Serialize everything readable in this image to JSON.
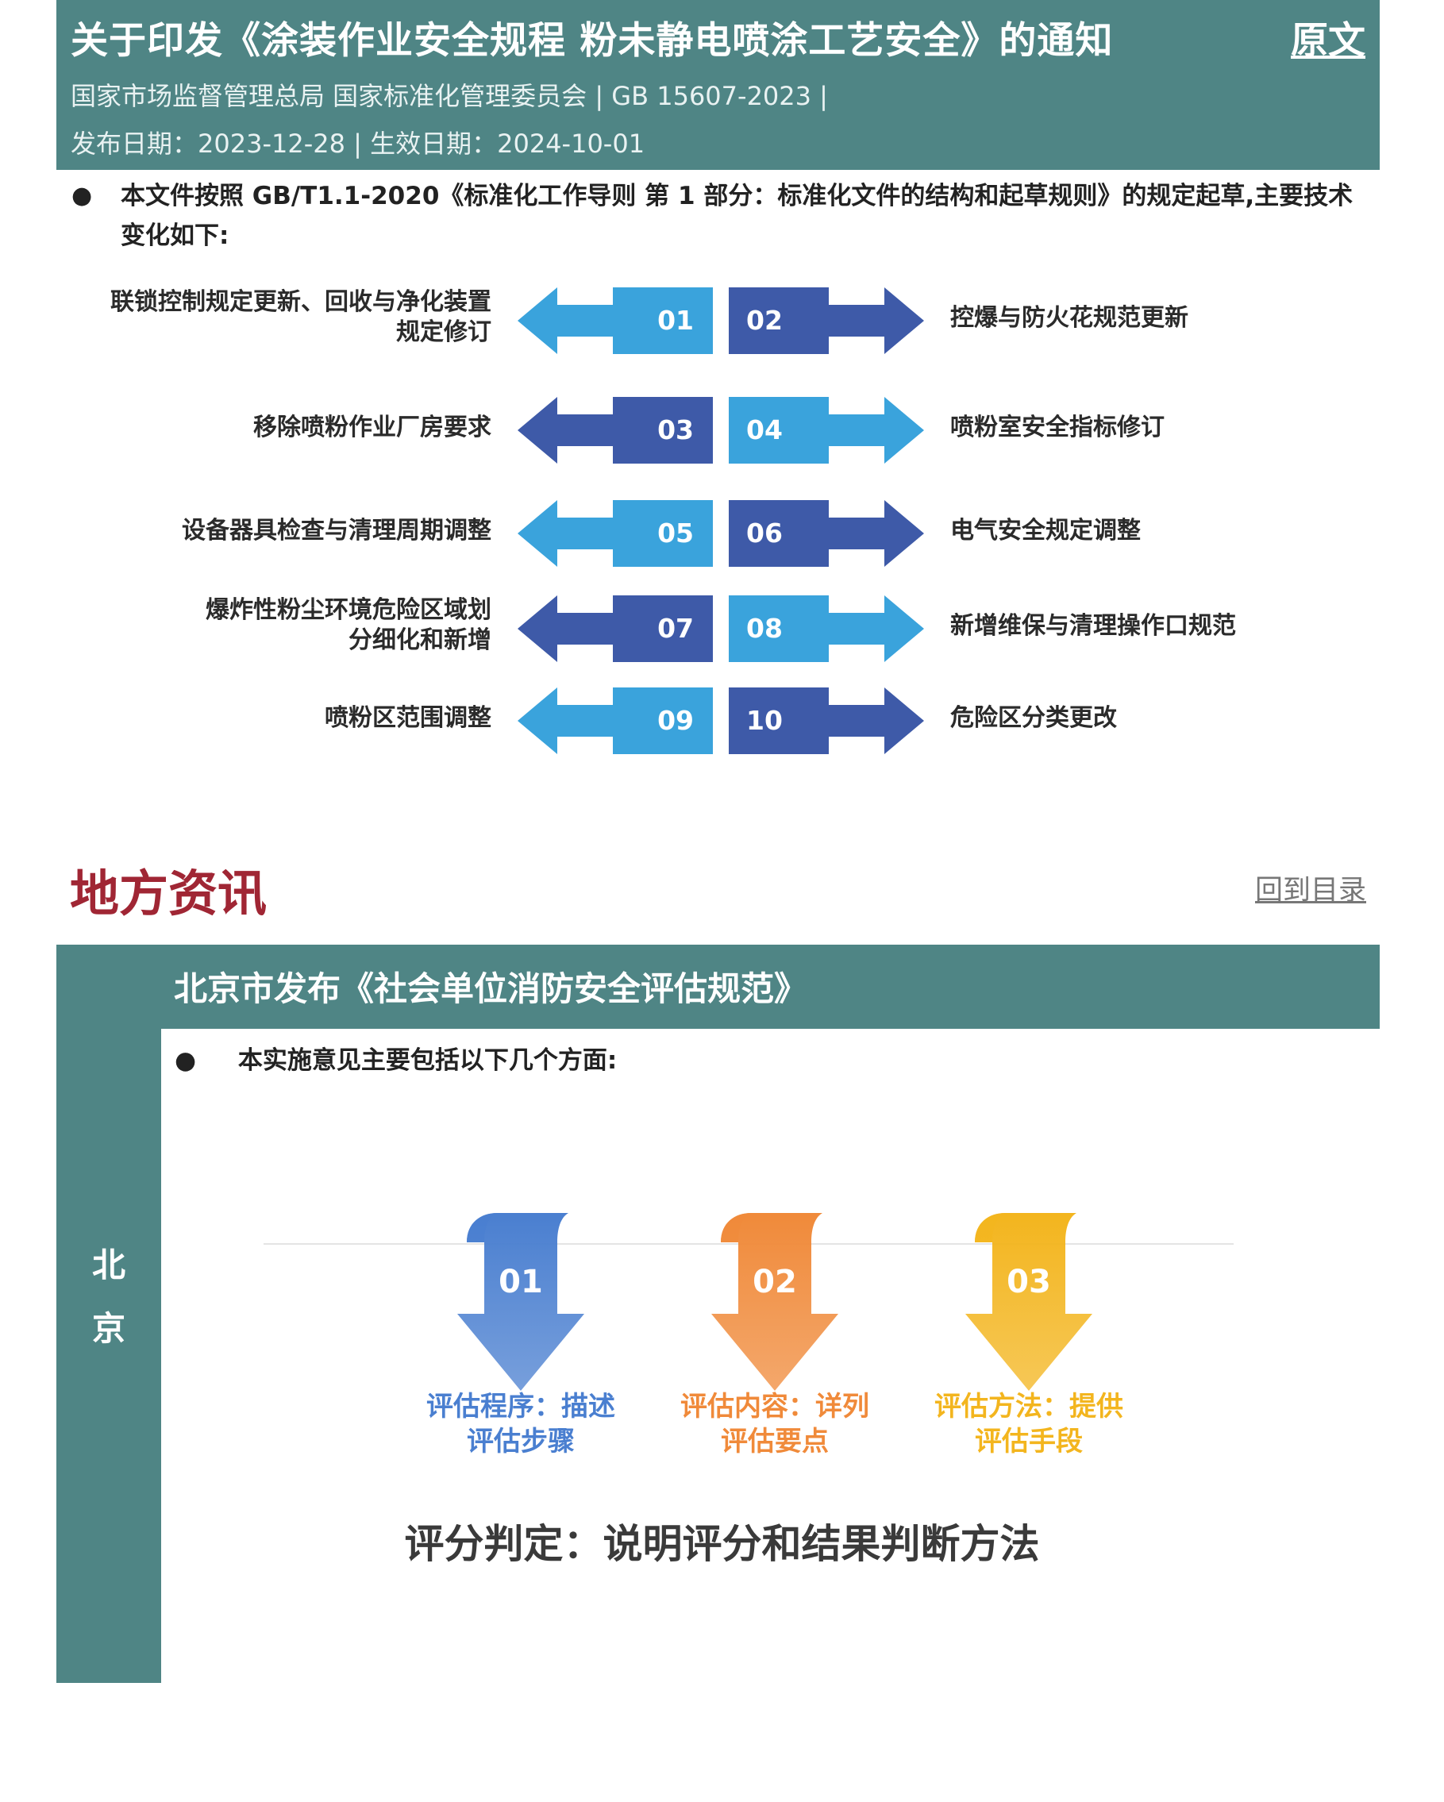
{
  "header": {
    "title": "关于印发《涂装作业安全规程  粉未静电喷涂工艺安全》的通知",
    "link_label": "原文",
    "issuers": "国家市场监督管理总局  国家标准化管理委员会 | GB 15607-2023 |",
    "dates": "发布日期：2023-12-28 | 生效日期：2024-10-01"
  },
  "intro": {
    "bullet": "●",
    "text": "本文件按照 GB/T1.1-2020《标准化工作导则  第 1 部分：标准化文件的结构和起草规则》的规定起草,主要技术变化如下:"
  },
  "changes": [
    {
      "left_num": "01",
      "left_label": "联锁控制规定更新、回收与净化装置\n规定修订",
      "right_num": "02",
      "right_label": "控爆与防火花规范更新"
    },
    {
      "left_num": "03",
      "left_label": "移除喷粉作业厂房要求",
      "right_num": "04",
      "right_label": "喷粉室安全指标修订"
    },
    {
      "left_num": "05",
      "left_label": "设备器具检查与清理周期调整",
      "right_num": "06",
      "right_label": "电气安全规定调整"
    },
    {
      "left_num": "07",
      "left_label": "爆炸性粉尘环境危险区域划\n分细化和新增",
      "right_num": "08",
      "right_label": "新增维保与清理操作口规范"
    },
    {
      "left_num": "09",
      "left_label": "喷粉区范围调整",
      "right_num": "10",
      "right_label": "危险区分类更改"
    }
  ],
  "colors": {
    "light_blue": "#3aa3dc",
    "dark_blue": "#3e5aa8",
    "teal": "#4f8585",
    "section_red": "#a02634"
  },
  "section": {
    "title": "地方资讯",
    "back_link": "回到目录"
  },
  "card": {
    "sidebar_chars": [
      "北",
      "京"
    ],
    "title": "北京市发布《社会单位消防安全评估规范》",
    "bullet": "●",
    "bullet_text": "本实施意见主要包括以下几个方面:",
    "steps": [
      {
        "num": "01",
        "label_line1": "评估程序：描述",
        "label_line2": "评估步骤",
        "color": "#4a7fd0"
      },
      {
        "num": "02",
        "label_line1": "评估内容：详列",
        "label_line2": "评估要点",
        "color": "#f08a3a"
      },
      {
        "num": "03",
        "label_line1": "评估方法：提供",
        "label_line2": "评估手段",
        "color": "#f3b51e"
      }
    ],
    "summary": "评分判定：说明评分和结果判断方法"
  }
}
